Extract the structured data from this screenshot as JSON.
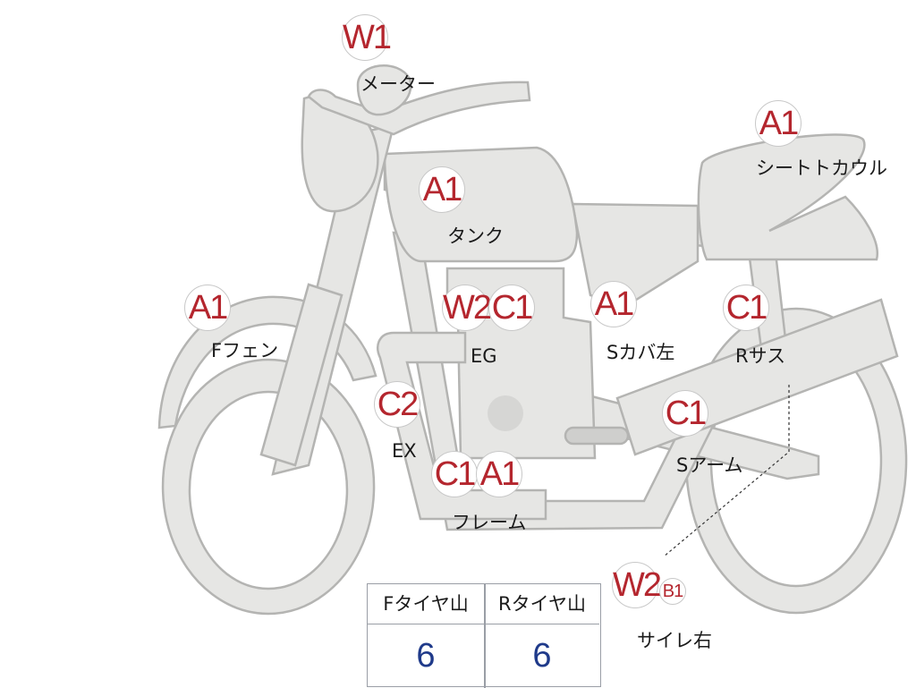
{
  "parts": [
    {
      "id": "meter",
      "label": "メーター",
      "codes": [
        "W1"
      ]
    },
    {
      "id": "tank",
      "label": "タンク",
      "codes": [
        "A1"
      ]
    },
    {
      "id": "seat-cowl",
      "label": "シートトカウル",
      "codes": [
        "A1"
      ]
    },
    {
      "id": "f-fender",
      "label": "Fフェン",
      "codes": [
        "A1"
      ]
    },
    {
      "id": "engine",
      "label": "EG",
      "codes": [
        "W2",
        "C1"
      ]
    },
    {
      "id": "s-cover-left",
      "label": "Sカバ左",
      "codes": [
        "A1"
      ]
    },
    {
      "id": "r-suspension",
      "label": "Rサス",
      "codes": [
        "C1"
      ]
    },
    {
      "id": "exhaust",
      "label": "EX",
      "codes": [
        "C2"
      ]
    },
    {
      "id": "swing-arm",
      "label": "Sアーム",
      "codes": [
        "C1"
      ]
    },
    {
      "id": "frame",
      "label": "フレーム",
      "codes": [
        "C1",
        "A1"
      ]
    },
    {
      "id": "silencer-right",
      "label": "サイレ右",
      "codes": [
        "W2",
        "B1"
      ]
    }
  ],
  "tread_table": {
    "headers": [
      "Fタイヤ山",
      "Rタイヤ山"
    ],
    "values": [
      "6",
      "6"
    ]
  },
  "colors": {
    "part_fill": "#e6e6e4",
    "part_stroke": "#b4b4b2",
    "code_text": "#b4262e",
    "tread_value": "#1f3a8a"
  }
}
